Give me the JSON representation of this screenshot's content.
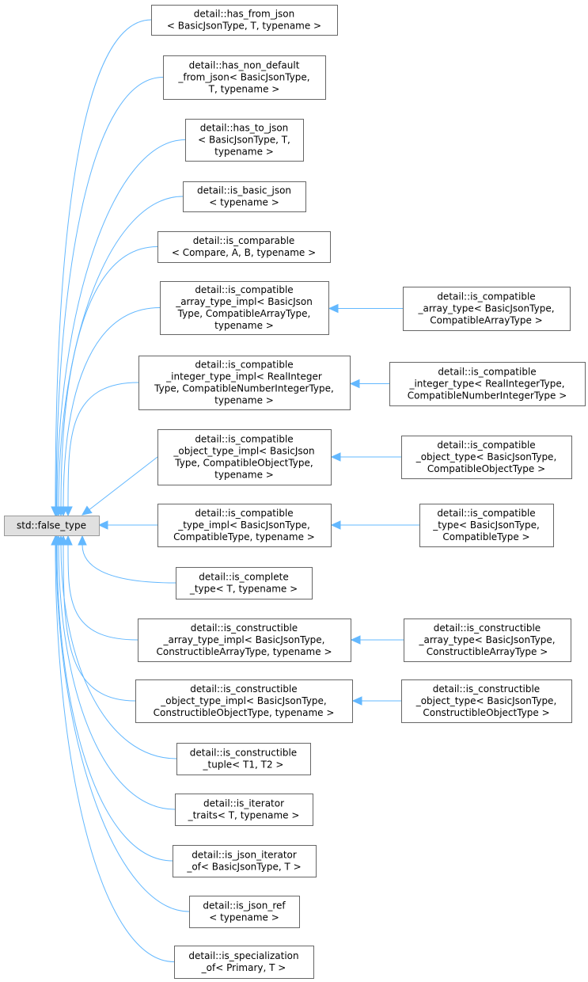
{
  "diagram": {
    "root": {
      "id": "false_type",
      "lines": [
        "std::false_type"
      ]
    },
    "nodes": [
      {
        "id": "has_from_json",
        "lines": [
          "detail::has_from_json",
          "< BasicJsonType, T, typename >"
        ]
      },
      {
        "id": "has_non_default_from_json",
        "lines": [
          "detail::has_non_default",
          "_from_json< BasicJsonType,",
          "T, typename >"
        ]
      },
      {
        "id": "has_to_json",
        "lines": [
          "detail::has_to_json",
          "< BasicJsonType, T,",
          "typename >"
        ]
      },
      {
        "id": "is_basic_json",
        "lines": [
          "detail::is_basic_json",
          "< typename >"
        ]
      },
      {
        "id": "is_comparable",
        "lines": [
          "detail::is_comparable",
          "< Compare, A, B, typename >"
        ]
      },
      {
        "id": "is_compatible_array_type_impl",
        "lines": [
          "detail::is_compatible",
          "_array_type_impl< BasicJson",
          "Type, CompatibleArrayType,",
          "typename >"
        ]
      },
      {
        "id": "is_compatible_integer_type_impl",
        "lines": [
          "detail::is_compatible",
          "_integer_type_impl< RealInteger",
          "Type, CompatibleNumberIntegerType,",
          "typename >"
        ]
      },
      {
        "id": "is_compatible_object_type_impl",
        "lines": [
          "detail::is_compatible",
          "_object_type_impl< BasicJson",
          "Type, CompatibleObjectType,",
          "typename >"
        ]
      },
      {
        "id": "is_compatible_type_impl",
        "lines": [
          "detail::is_compatible",
          "_type_impl< BasicJsonType,",
          "CompatibleType, typename >"
        ]
      },
      {
        "id": "is_complete_type",
        "lines": [
          "detail::is_complete",
          "_type< T, typename >"
        ]
      },
      {
        "id": "is_constructible_array_type_impl",
        "lines": [
          "detail::is_constructible",
          "_array_type_impl< BasicJsonType,",
          "ConstructibleArrayType, typename >"
        ]
      },
      {
        "id": "is_constructible_object_type_impl",
        "lines": [
          "detail::is_constructible",
          "_object_type_impl< BasicJsonType,",
          "ConstructibleObjectType, typename >"
        ]
      },
      {
        "id": "is_constructible_tuple",
        "lines": [
          "detail::is_constructible",
          "_tuple< T1, T2 >"
        ]
      },
      {
        "id": "is_iterator_traits",
        "lines": [
          "detail::is_iterator",
          "_traits< T, typename >"
        ]
      },
      {
        "id": "is_json_iterator_of",
        "lines": [
          "detail::is_json_iterator",
          "_of< BasicJsonType, T >"
        ]
      },
      {
        "id": "is_json_ref",
        "lines": [
          "detail::is_json_ref",
          "< typename >"
        ]
      },
      {
        "id": "is_specialization_of",
        "lines": [
          "detail::is_specialization",
          "_of< Primary, T >"
        ]
      },
      {
        "id": "is_compatible_array_type",
        "lines": [
          "detail::is_compatible",
          "_array_type< BasicJsonType,",
          "CompatibleArrayType >"
        ]
      },
      {
        "id": "is_compatible_integer_type",
        "lines": [
          "detail::is_compatible",
          "_integer_type< RealIntegerType,",
          "CompatibleNumberIntegerType >"
        ]
      },
      {
        "id": "is_compatible_object_type",
        "lines": [
          "detail::is_compatible",
          "_object_type< BasicJsonType,",
          "CompatibleObjectType >"
        ]
      },
      {
        "id": "is_compatible_type",
        "lines": [
          "detail::is_compatible",
          "_type< BasicJsonType,",
          "CompatibleType >"
        ]
      },
      {
        "id": "is_constructible_array_type",
        "lines": [
          "detail::is_constructible",
          "_array_type< BasicJsonType,",
          "ConstructibleArrayType >"
        ]
      },
      {
        "id": "is_constructible_object_type",
        "lines": [
          "detail::is_constructible",
          "_object_type< BasicJsonType,",
          "ConstructibleObjectType >"
        ]
      }
    ],
    "inheritance": [
      {
        "from": "has_from_json",
        "to": "false_type"
      },
      {
        "from": "has_non_default_from_json",
        "to": "false_type"
      },
      {
        "from": "has_to_json",
        "to": "false_type"
      },
      {
        "from": "is_basic_json",
        "to": "false_type"
      },
      {
        "from": "is_comparable",
        "to": "false_type"
      },
      {
        "from": "is_compatible_array_type_impl",
        "to": "false_type"
      },
      {
        "from": "is_compatible_integer_type_impl",
        "to": "false_type"
      },
      {
        "from": "is_compatible_object_type_impl",
        "to": "false_type"
      },
      {
        "from": "is_compatible_type_impl",
        "to": "false_type"
      },
      {
        "from": "is_complete_type",
        "to": "false_type"
      },
      {
        "from": "is_constructible_array_type_impl",
        "to": "false_type"
      },
      {
        "from": "is_constructible_object_type_impl",
        "to": "false_type"
      },
      {
        "from": "is_constructible_tuple",
        "to": "false_type"
      },
      {
        "from": "is_iterator_traits",
        "to": "false_type"
      },
      {
        "from": "is_json_iterator_of",
        "to": "false_type"
      },
      {
        "from": "is_json_ref",
        "to": "false_type"
      },
      {
        "from": "is_specialization_of",
        "to": "false_type"
      },
      {
        "from": "is_compatible_array_type",
        "to": "is_compatible_array_type_impl"
      },
      {
        "from": "is_compatible_integer_type",
        "to": "is_compatible_integer_type_impl"
      },
      {
        "from": "is_compatible_object_type",
        "to": "is_compatible_object_type_impl"
      },
      {
        "from": "is_compatible_type",
        "to": "is_compatible_type_impl"
      },
      {
        "from": "is_constructible_array_type",
        "to": "is_constructible_array_type_impl"
      },
      {
        "from": "is_constructible_object_type",
        "to": "is_constructible_object_type_impl"
      }
    ],
    "colors": {
      "edge": "#63b8ff",
      "root_fill": "#e0e0e0",
      "node_border": "#666666",
      "text": "#000000"
    }
  }
}
